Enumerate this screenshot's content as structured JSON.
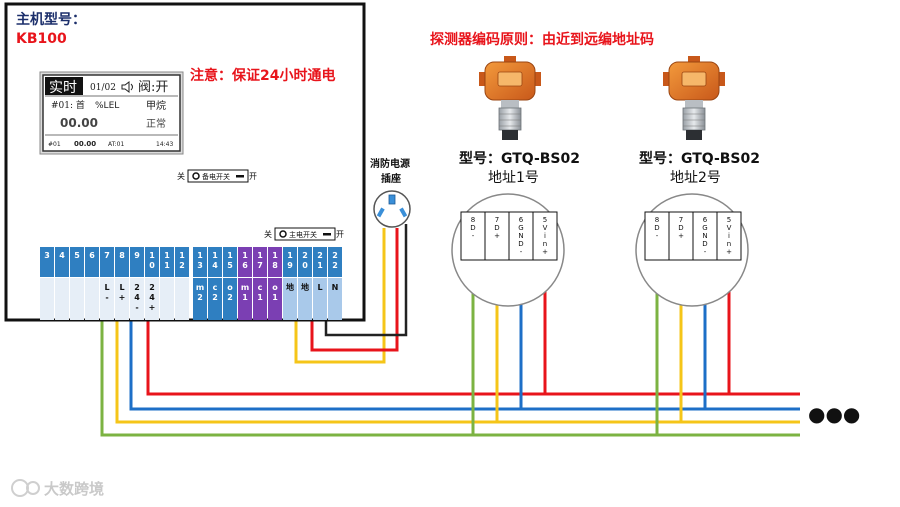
{
  "host": {
    "model_label": "主机型号：",
    "model_value": "KB100",
    "notice": "注意：保证24小时通电"
  },
  "lcd": {
    "mode": "实时",
    "page": "01/02",
    "valve": "阀:开",
    "channel": "#01: 首",
    "unit": "%LEL",
    "gas": "甲烷",
    "reading": "00.00",
    "status": "正常",
    "footer_id": "#01",
    "footer_reading": "00.00",
    "footer_at": "AT:01",
    "footer_time": "14:43"
  },
  "switches": {
    "backup": {
      "off_label": "关",
      "name": "备电开关",
      "on_label": "开"
    },
    "main": {
      "off_label": "关",
      "name": "主电开关",
      "on_label": "开"
    }
  },
  "socket": {
    "label_line1": "消防电源",
    "label_line2": "插座"
  },
  "terminals": {
    "left_numbers": [
      "3",
      "4",
      "5",
      "6",
      "7",
      "8",
      "9",
      "10",
      "11",
      "12"
    ],
    "left_labels": [
      "",
      "",
      "",
      "",
      "L-",
      "L+",
      "24-",
      "24+",
      "",
      ""
    ],
    "right_numbers": [
      "13",
      "14",
      "15",
      "16",
      "17",
      "18",
      "19",
      "20",
      "21",
      "22"
    ],
    "right_labels": [
      "m2",
      "c2",
      "o2",
      "m1",
      "c1",
      "o1",
      "地",
      "地",
      "L",
      "N"
    ]
  },
  "principle": "探测器编码原则：由近到远编地址码",
  "detectors": [
    {
      "model": "型号：GTQ-BS02",
      "address": "地址1号",
      "terminals": [
        "8 D-",
        "7 D+",
        "6 GND-",
        "5 Vin+"
      ]
    },
    {
      "model": "型号：GTQ-BS02",
      "address": "地址2号",
      "terminals": [
        "8 D-",
        "7 D+",
        "6 GND-",
        "5 Vin+"
      ]
    }
  ],
  "continuation": "●●●",
  "watermark": "大数跨境",
  "colors": {
    "red_wire": "#e8141b",
    "blue_wire": "#1d6fc7",
    "yellow_wire": "#f5c518",
    "green_wire": "#7cb342",
    "black_wire": "#222222",
    "terminal_blue": "#2f7fc1",
    "terminal_purple": "#7b3fb3",
    "terminal_light": "#a9c9ea",
    "label_red": "#e8141b",
    "title_navy": "#1c2f6b",
    "detector_orange": "#e8771e"
  }
}
